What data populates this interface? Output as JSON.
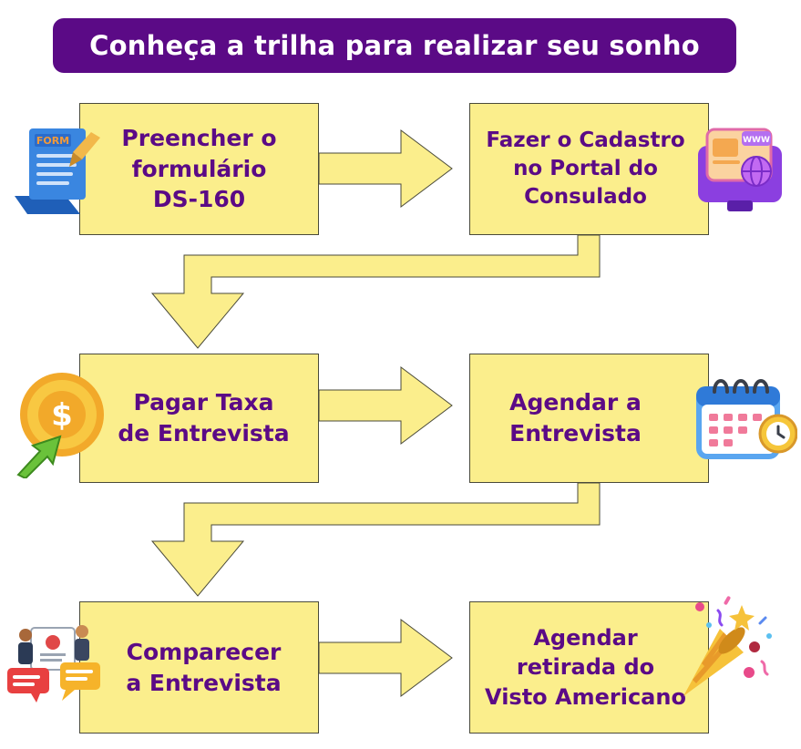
{
  "title": "Conheça a trilha para realizar seu sonho",
  "steps": [
    {
      "label": "Preencher o\nformulário\nDS-160",
      "icon": "form-icon",
      "icon_text": "FORM"
    },
    {
      "label": "Fazer o Cadastro\nno Portal do\nConsulado",
      "icon": "web-portal-icon",
      "icon_text": "WWW"
    },
    {
      "label": "Pagar Taxa\nde Entrevista",
      "icon": "dollar-coin-icon",
      "icon_text": "$"
    },
    {
      "label": "Agendar a\nEntrevista",
      "icon": "calendar-clock-icon"
    },
    {
      "label": "Comparecer\na Entrevista",
      "icon": "interview-people-icon"
    },
    {
      "label": "Agendar\nretirada do\nVisto Americano",
      "icon": "party-popper-icon"
    }
  ],
  "colors": {
    "title_bg": "#5b0a86",
    "title_text": "#ffffff",
    "box_fill": "#fbee8c",
    "box_text": "#5b0a86"
  }
}
